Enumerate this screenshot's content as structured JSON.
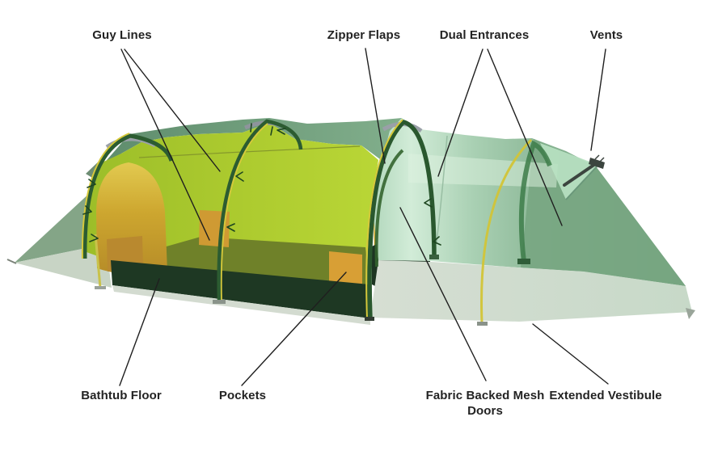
{
  "figure": {
    "type": "labeled-diagram",
    "subject": "tunnel tent features",
    "background_color": "#ffffff",
    "label_text_color": "#232323",
    "leader_line_color": "#1f1f1f",
    "labels": [
      {
        "id": "guy-lines",
        "text": "Guy Lines"
      },
      {
        "id": "zipper-flaps",
        "text": "Zipper Flaps"
      },
      {
        "id": "dual-entrances",
        "text": "Dual Entrances"
      },
      {
        "id": "vents",
        "text": "Vents"
      },
      {
        "id": "bathtub-floor",
        "text": "Bathtub Floor"
      },
      {
        "id": "pockets",
        "text": "Pockets"
      },
      {
        "id": "fabric-backed-mesh-doors",
        "text": "Fabric Backed Mesh Doors"
      },
      {
        "id": "extended-vestibule",
        "text": "Extended Vestibule"
      }
    ],
    "tent_colors": {
      "fly_sage": "#7fae89",
      "fly_skirt": "#cfdecd",
      "inner_canopy_chartreuse": "#aeca2f",
      "door_gold": "#cfa92f",
      "bathtub_floor_dark_green": "#1e3823",
      "pocket_orange": "#d09a33",
      "pole_dark_green": "#2c5c31",
      "pole_yellow": "#d6c93b"
    }
  }
}
